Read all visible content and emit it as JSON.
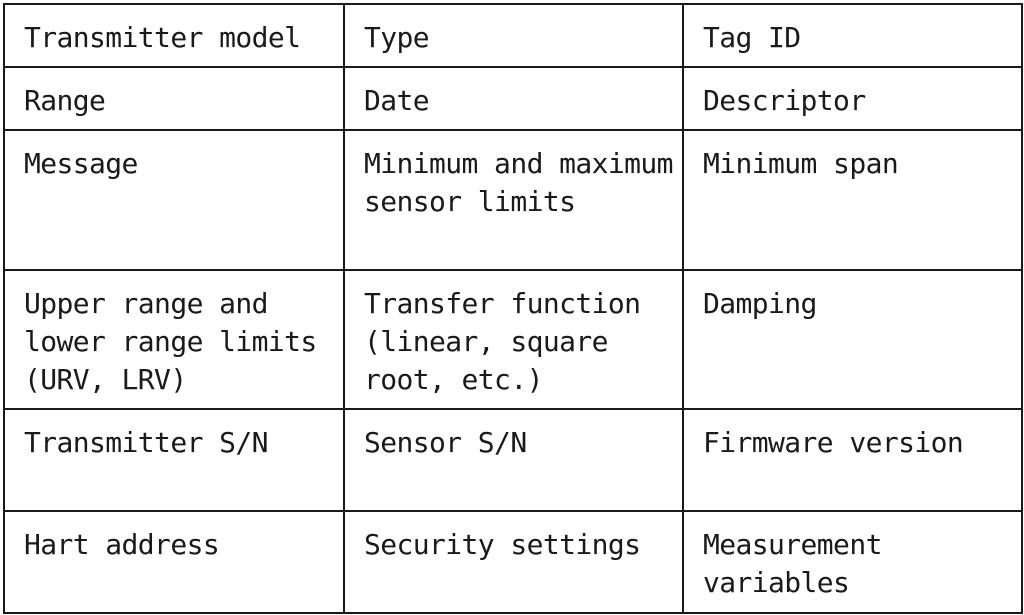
{
  "table": {
    "rows": [
      [
        "Transmitter model",
        "Type",
        "Tag ID"
      ],
      [
        "Range",
        "Date",
        "Descriptor"
      ],
      [
        "Message",
        "Minimum and maximum sensor limits",
        "Minimum span"
      ],
      [
        "Upper range and lower range limits (URV, LRV)",
        "Transfer function (linear, square root, etc.)",
        "Damping"
      ],
      [
        "Transmitter S/N",
        "Sensor S/N",
        "Firmware version"
      ],
      [
        "Hart address",
        "Security settings",
        "Measurement variables"
      ]
    ]
  }
}
